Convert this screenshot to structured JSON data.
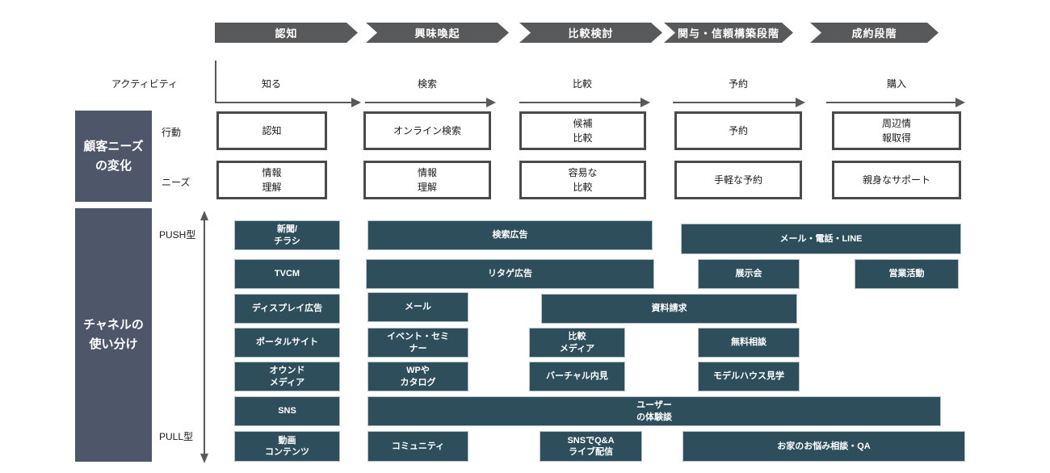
{
  "palette": {
    "channel_box": "#2E4E5C",
    "side_panel": "#4E5669",
    "stage_arrow": "#58595B",
    "arrow_line": "#595959",
    "white_box_border": "#4A4A4A"
  },
  "stages": {
    "items": [
      {
        "label": "認知"
      },
      {
        "label": "興味喚起"
      },
      {
        "label": "比較検討"
      },
      {
        "label": "関与・信頼構築段階"
      },
      {
        "label": "成約段階"
      }
    ]
  },
  "rows": {
    "activity": "アクティビティ",
    "action": "行動",
    "need": "ニーズ"
  },
  "panels": {
    "customer_needs": "顧客ニーズ\nの変化",
    "channel_usage": "チャネルの\n使い分け"
  },
  "push_pull": {
    "push": "PUSH型",
    "pull": "PULL型"
  },
  "activities": [
    "知る",
    "検索",
    "比較",
    "予約",
    "購入"
  ],
  "actions": [
    "認知",
    "オンライン検索",
    "候補\n比較",
    "予約",
    "周辺情\n報取得"
  ],
  "needs": [
    "情報\n理解",
    "情報\n理解",
    "容易な\n比較",
    "手軽な予約",
    "親身なサポート"
  ],
  "channels": [
    "新聞/\nチラシ",
    "検索広告",
    "メール・電話・LINE",
    "TVCM",
    "リタゲ広告",
    "展示会",
    "営業活動",
    "ディスプレイ広告",
    "メール",
    "資料請求",
    "ポータルサイト",
    "イベント・セミ\nナー",
    "比較\nメディア",
    "無料相談",
    "オウンド\nメディア",
    "WPや\nカタログ",
    "バーチャル内見",
    "モデルハウス見学",
    "SNS",
    "ユーザー\nの体験談",
    "動画\nコンテンツ",
    "コミュニティ",
    "SNSでQ&A\nライブ配信",
    "お家のお悩み相談・QA"
  ]
}
